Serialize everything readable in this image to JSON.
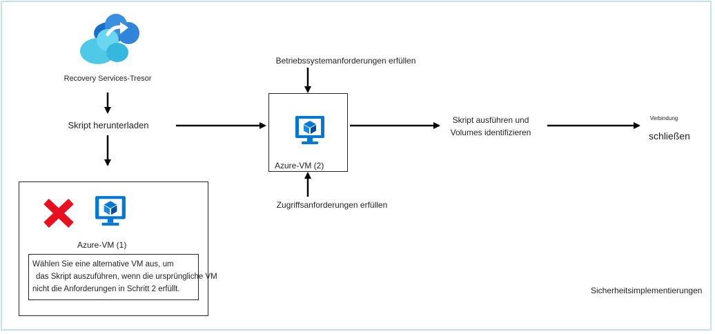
{
  "vault": {
    "label": "Recovery Services-Tresor",
    "icon": "cloud-vault-icon"
  },
  "steps": {
    "download": "Skript herunterladen",
    "os_requirements": "Betriebssystemanforderungen erfüllen",
    "access_requirements": "Zugriffsanforderungen erfüllen",
    "run_line1": "Skript ausführen und",
    "run_line2": "Volumes identifizieren",
    "close_small": "Verbindung",
    "close_large": "schließen"
  },
  "vm1": {
    "label": "Azure-VM (1)",
    "icon": "virtual-machine-icon",
    "reject_icon": "red-x-icon",
    "note_line1": "Wählen Sie eine alternative VM aus, um",
    "note_line2": "das Skript auszuführen, wenn die ursprüngliche VM",
    "note_line3": "nicht die Anforderungen in Schritt 2 erfüllt."
  },
  "vm2": {
    "label": "Azure-VM (2)",
    "icon": "virtual-machine-icon"
  },
  "footer": {
    "security": "Sicherheitsimplementierungen"
  },
  "colors": {
    "vm_blue": "#0078d4",
    "cloud_blue": "#50c8e8",
    "reject_red": "#e8101e",
    "frame": "#bfe3ee"
  }
}
